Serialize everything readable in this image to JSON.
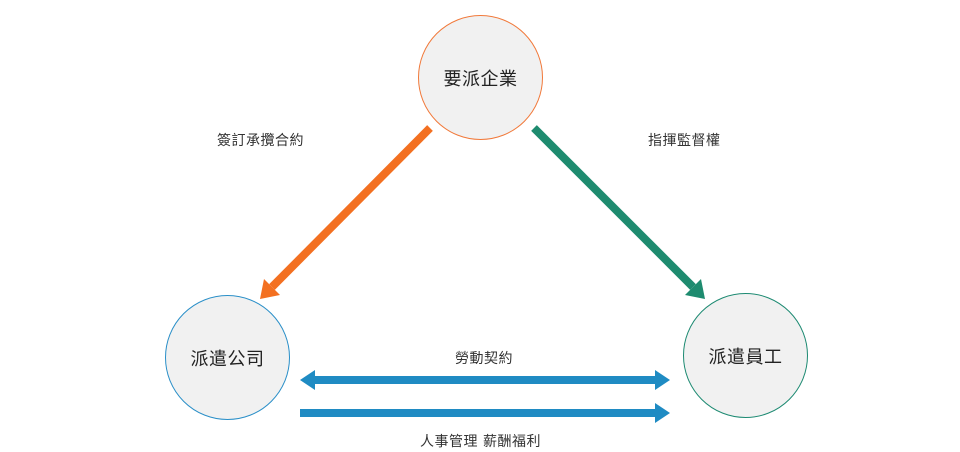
{
  "nodes": {
    "top": "要派企業",
    "left": "派遣公司",
    "right": "派遣員工"
  },
  "labels": {
    "left_edge": "簽訂承攬合約",
    "right_edge": "指揮監督權",
    "middle_top": "勞動契約",
    "middle_bottom": "人事管理 薪酬福利"
  },
  "colors": {
    "orange": "#f37021",
    "green": "#1e8b6f",
    "blue": "#1f8bc3",
    "node_fill": "#f1f1f1"
  }
}
